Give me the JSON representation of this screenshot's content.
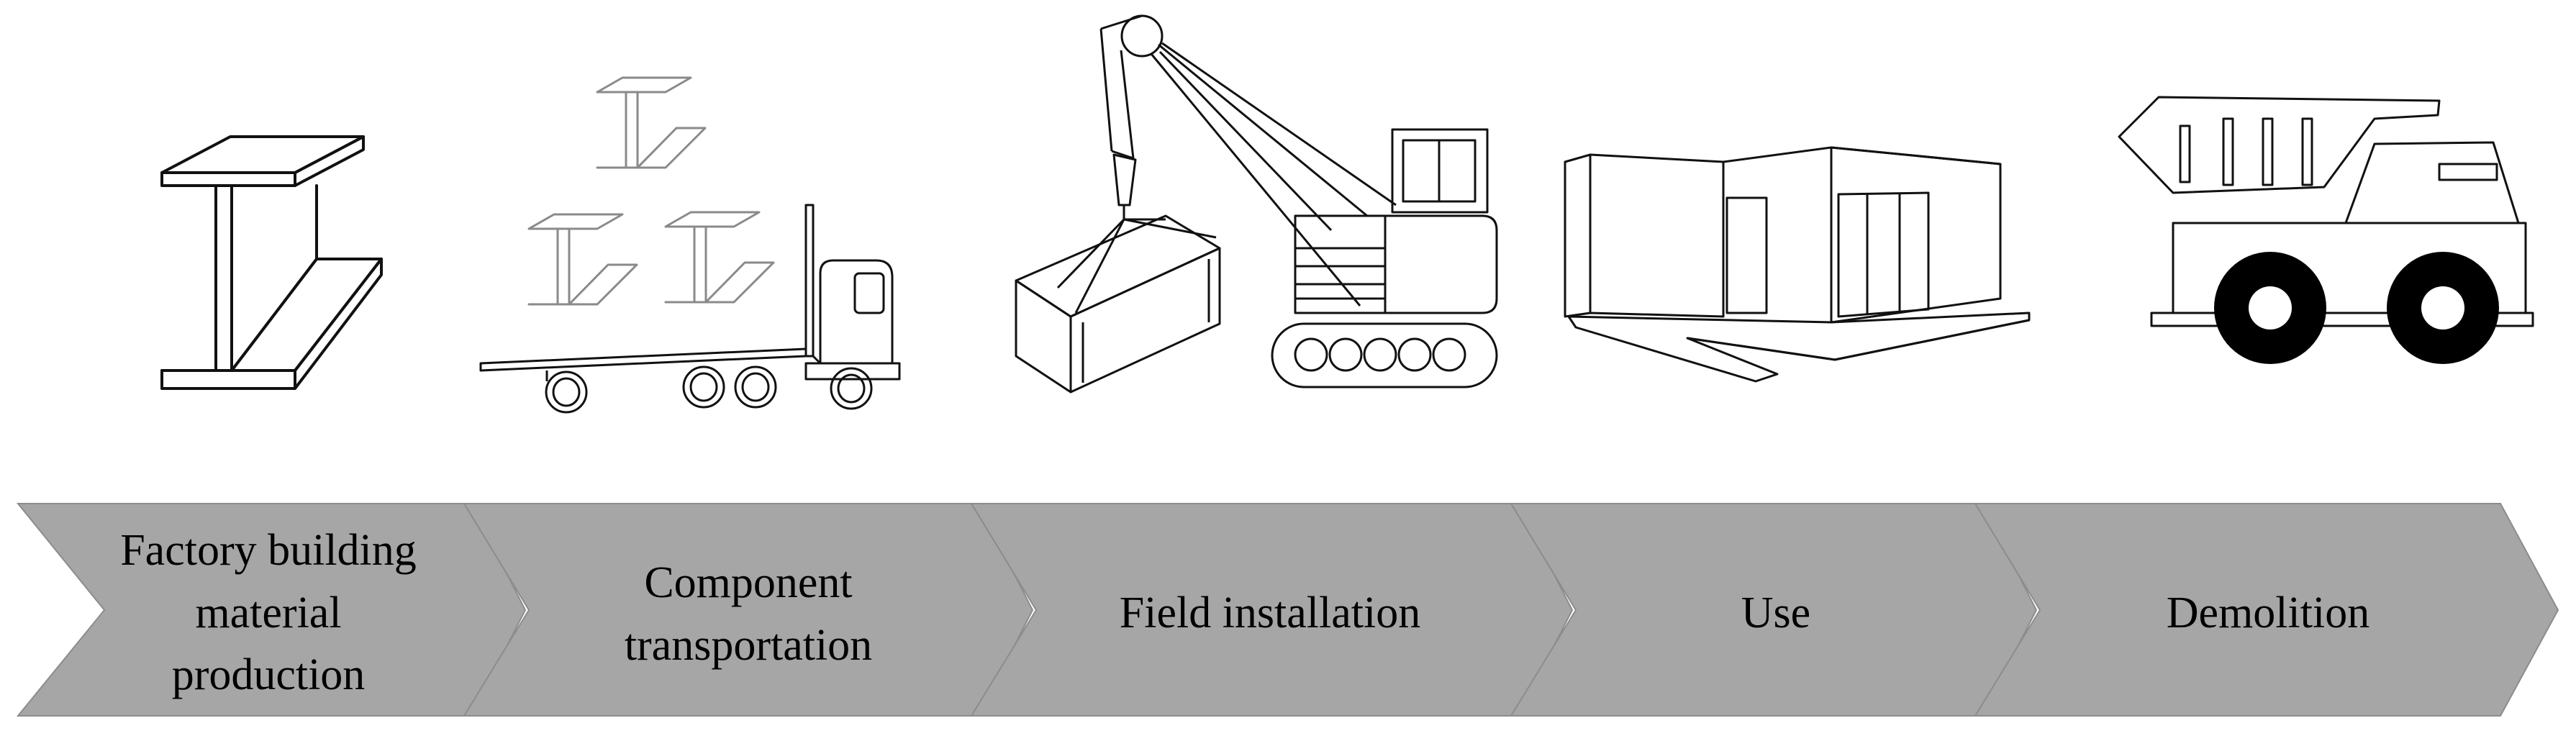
{
  "stages": [
    {
      "lines": [
        "Factory building",
        "material",
        "production"
      ],
      "icon": "steel-beam-icon"
    },
    {
      "lines": [
        "Component",
        "transportation"
      ],
      "icon": "truck-with-beams-icon"
    },
    {
      "lines": [
        "Field installation"
      ],
      "icon": "crane-icon"
    },
    {
      "lines": [
        "Use"
      ],
      "icon": "building-icon"
    },
    {
      "lines": [
        "Demolition"
      ],
      "icon": "dump-truck-icon"
    }
  ],
  "colors": {
    "chevron_fill": "#a6a6a6",
    "chevron_stroke": "#8c8c8c",
    "text": "#000000",
    "icon_stroke": "#111111"
  }
}
